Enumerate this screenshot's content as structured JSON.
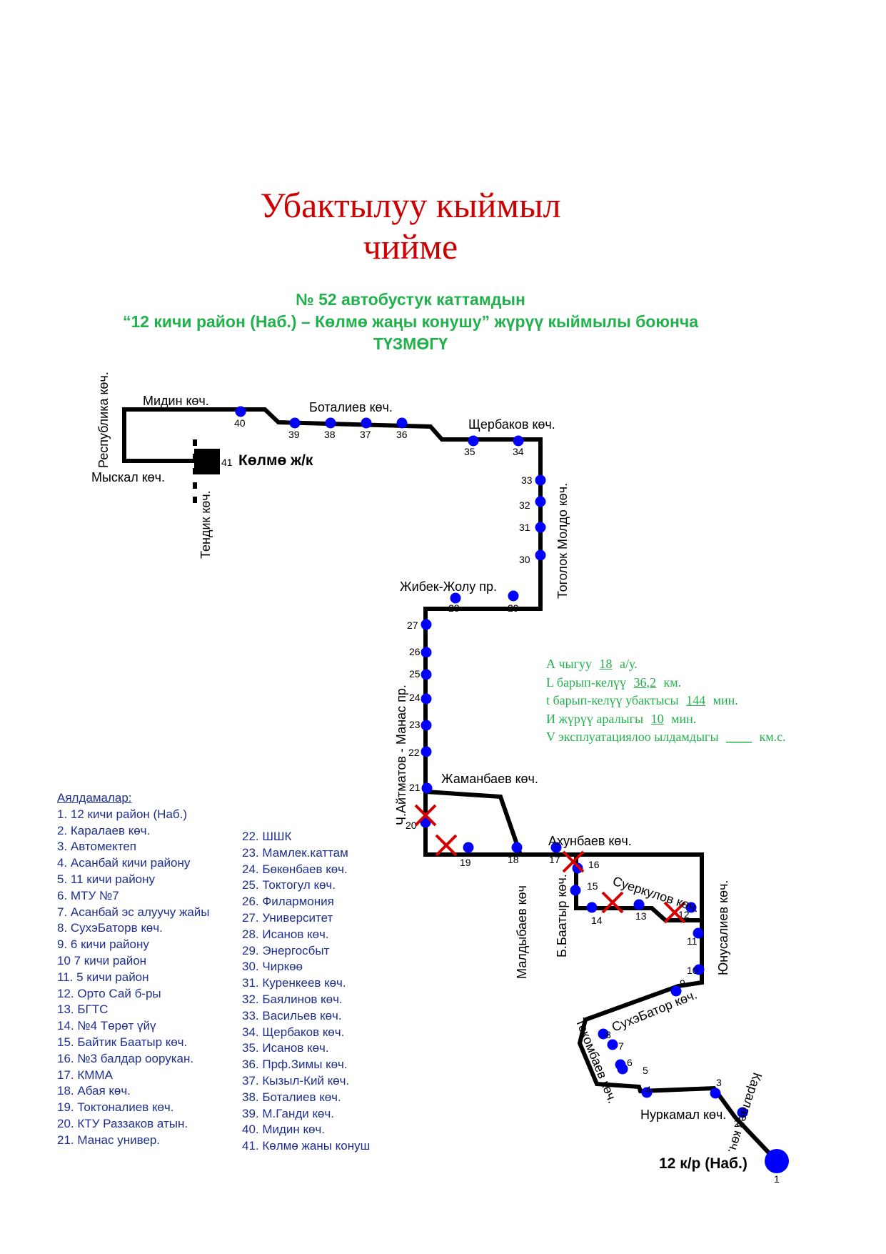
{
  "title": [
    "Убактылуу кыймыл",
    "чийме"
  ],
  "subtitle": [
    "№ 52  автобустук каттамдын",
    "“12 кичи район (Наб.) – Көлмө жаңы конушу” жүрүү кыймылы боюнча",
    "ТҮЗМӨГҮ"
  ],
  "colors": {
    "title": "#cc0000",
    "accent": "#22b14c",
    "stop": "#0000ff",
    "route": "#000000",
    "closed": "#d40000",
    "legend": "#1f2f8f"
  },
  "route_params": [
    {
      "prefix": "А чыгуу",
      "value": "18",
      "unit": "а/у."
    },
    {
      "prefix": "L барып-келүү",
      "value": "36,2",
      "unit": "км."
    },
    {
      "prefix": "t барып-келүү убактысы",
      "value": "144",
      "unit": "мин."
    },
    {
      "prefix": "И жүрүү аралыгы",
      "value": "10",
      "unit": "мин."
    },
    {
      "prefix": "V эксплуатациялоо ылдамдыгы",
      "value": "____",
      "unit": "км.с."
    }
  ],
  "streets": {
    "respublika": "Республика көч.",
    "midin": "Мидин көч.",
    "botaliev": "Боталиев көч.",
    "scherbakov": "Щербаков көч.",
    "myskal": "Мыскал көч.",
    "tendik": "Тендик көч.",
    "togolok": "Тоголок Молдо көч.",
    "jibek": "Жибек-Жолу пр.",
    "manas": "Ч.Айтматов - Манас пр.",
    "zhamanbaev": "Жаманбаев көч.",
    "akhunbaev": "Ахунбаев көч.",
    "maldybaev": "Малдыбаев көч",
    "bbaatyr": "Б.Баатыр көч.",
    "suerkulov": "Суеркулов көч.",
    "yunusaliev": "Юнусалиев көч.",
    "sukhebator": "СухэБатор көч.",
    "tokombaev": "Токомбаев көч.",
    "nurkamal": "Нуркамал көч.",
    "karalaev": "Каралаев көч."
  },
  "terminals": {
    "kolmo": "Көлмө ж/к",
    "start": "12 к/р (Наб.)"
  },
  "stop_numbers": [
    "1",
    "2",
    "3",
    "4",
    "5",
    "6",
    "7",
    "8",
    "9",
    "10",
    "11",
    "12",
    "13",
    "14",
    "15",
    "16",
    "17",
    "18",
    "19",
    "20",
    "21",
    "22",
    "23",
    "24",
    "25",
    "26",
    "27",
    "28",
    "29",
    "30",
    "31",
    "32",
    "33",
    "34",
    "35",
    "36",
    "37",
    "38",
    "39",
    "40",
    "41"
  ],
  "stops_heading": "Аялдамалар:",
  "stops": [
    "1. 12 кичи район (Наб.)",
    "2. Каралаев көч.",
    "3. Автомектеп",
    "4. Асанбай кичи району",
    "5. 11 кичи району",
    "6. МТУ №7",
    "7. Асанбай эс алуучу жайы",
    "8. СухэБаторв көч.",
    "9. 6 кичи району",
    "10  7 кичи район",
    "11. 5 кичи район",
    "12. Орто Сай б-ры",
    "13. БГТС",
    "14. №4 Төрөт үйү",
    "15. Байтик Баатыр көч.",
    "16. №3 балдар оорукан.",
    "17. КММА",
    "18. Абая көч.",
    "19. Токтоналиев көч.",
    "20. КТУ Раззаков атын.",
    "21. Манас универ.",
    "22. ШШК",
    "23. Мамлек.каттам",
    "24. Бөкөнбаев көч.",
    "25. Токтогул көч.",
    "26. Филармония",
    "27. Университет",
    "28. Исанов көч.",
    "29. Энергосбыт",
    "30. Чиркөө",
    "31. Куренкеев көч.",
    "32. Баялинов көч.",
    "33. Васильев көч.",
    "34. Щербаков көч.",
    "35. Исанов көч.",
    "36. Прф.Зимы көч.",
    "37. Кызыл-Кий көч.",
    "38. Боталиев көч.",
    "39. М.Ганди көч.",
    "40. Мидин көч.",
    "41. Көлмө жаны конуш"
  ]
}
